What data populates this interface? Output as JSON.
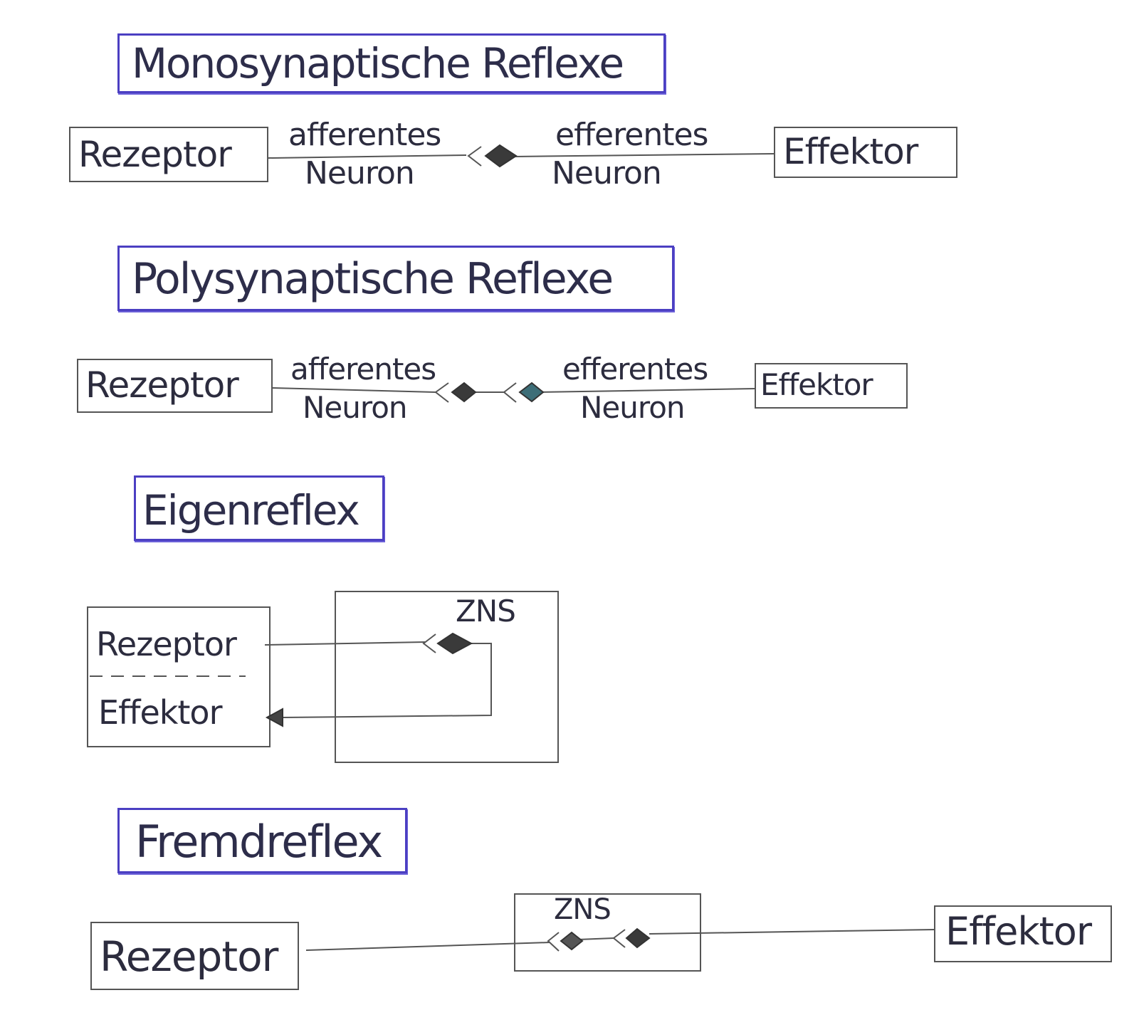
{
  "titles": {
    "mono": "Monosynaptische Reflexe",
    "poly": "Polysynaptische Reflexe",
    "eigen": "Eigenreflex",
    "fremd": "Fremdreflex"
  },
  "mono": {
    "receptor": "Rezeptor",
    "afferent_1": "afferentes",
    "afferent_2": "Neuron",
    "efferent_1": "efferentes",
    "efferent_2": "Neuron",
    "effector": "Effektor"
  },
  "poly": {
    "receptor": "Rezeptor",
    "afferent_1": "afferentes",
    "afferent_2": "Neuron",
    "efferent_1": "efferentes",
    "efferent_2": "Neuron",
    "effector": "Effektor"
  },
  "eigen": {
    "receptor": "Rezeptor",
    "effector": "Effektor",
    "zns": "ZNS"
  },
  "fremd": {
    "receptor": "Rezeptor",
    "zns": "ZNS",
    "effector": "Effektor"
  },
  "colors": {
    "title_box": "#4b3fc2",
    "ink": "#2c2c3e",
    "line": "#555555",
    "diamond_dark": "#3a3a3a",
    "diamond_teal": "#3d6e78"
  },
  "icons": [
    "composition-diamond-icon",
    "open-arrow-icon",
    "filled-arrow-icon"
  ]
}
